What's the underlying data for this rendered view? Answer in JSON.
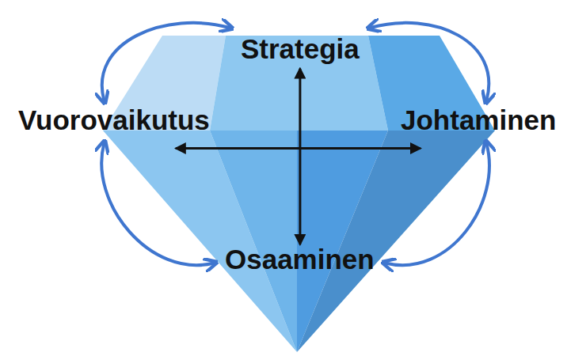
{
  "diagram": {
    "nodes": [
      {
        "text": [
          "Strategia"
        ]
      },
      {
        "text": [
          "Vuorovaikutus"
        ]
      },
      {
        "text": [
          "Johtaminen"
        ]
      },
      {
        "text": [
          "Osaaminen"
        ]
      }
    ],
    "edges": [
      {
        "from": 0,
        "to": 3,
        "arrow": "both"
      },
      {
        "from": 1,
        "to": 2,
        "arrow": "both"
      },
      {
        "from": 1,
        "to": 0,
        "arrow": "both"
      },
      {
        "from": 0,
        "to": 2,
        "arrow": "both"
      },
      {
        "from": 2,
        "to": 3,
        "arrow": "both"
      },
      {
        "from": 3,
        "to": 1,
        "arrow": "both"
      }
    ]
  }
}
